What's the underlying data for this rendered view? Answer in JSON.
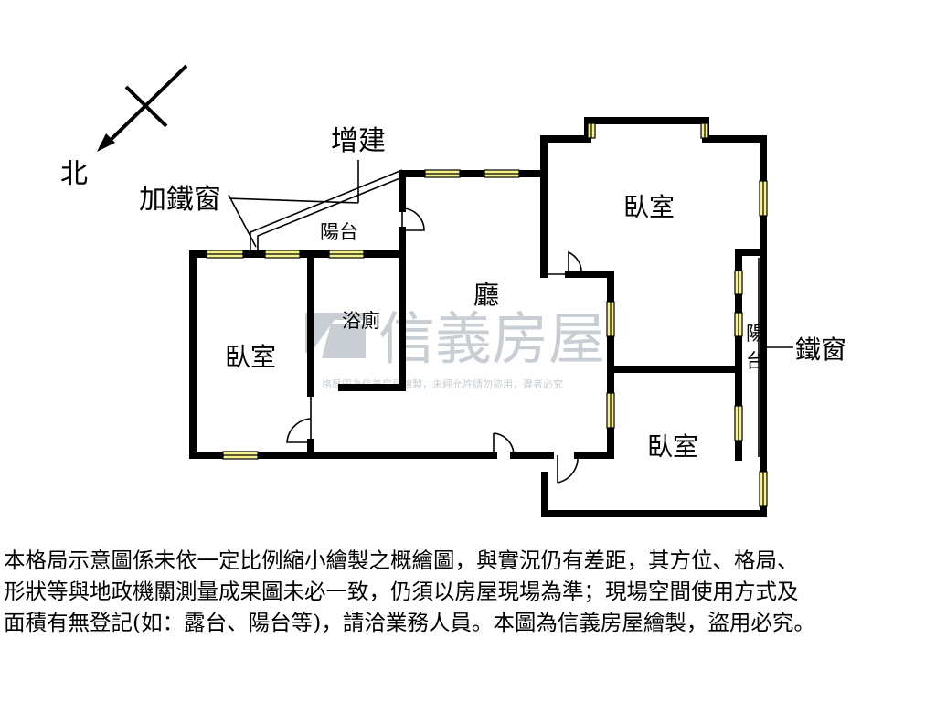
{
  "plan": {
    "north_label": "北",
    "addition_label": "增建",
    "iron_window_label": "加鐵窗",
    "balcony_top": "陽台",
    "bathroom": "浴廁",
    "living_room": "廳",
    "bedroom_left": "臥室",
    "bedroom_top_right": "臥室",
    "bedroom_bottom_right": "臥室",
    "balcony_right_1": "陽",
    "balcony_right_2": "台",
    "iron_window_right": "鐵窗"
  },
  "watermark": {
    "brand": "信義房屋",
    "notice": "格局圖為信義房屋繪製，未經允許請勿盜用，違者必究"
  },
  "disclaimer": {
    "line1": "本格局示意圖係未依一定比例縮小繪製之概繪圖，與實況仍有差距，其方位、格局、",
    "line2": "形狀等與地政機關測量成果圖未必一致，仍須以房屋現場為準；現場空間使用方式及",
    "line3": "面積有無登記(如：露台、陽台等)，請洽業務人員。本圖為信義房屋繪製，盜用必究。"
  },
  "colors": {
    "wall": "#000000",
    "window_fill": "#f5f28a",
    "watermark": "#c8ced3"
  }
}
